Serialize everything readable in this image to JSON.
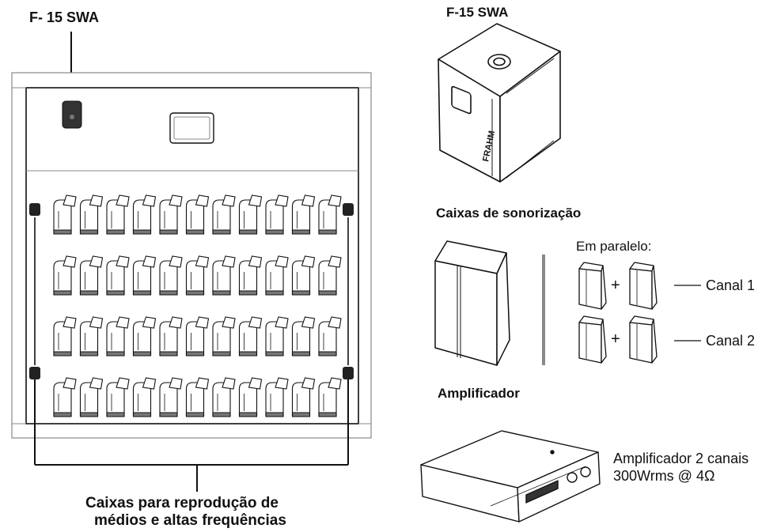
{
  "left": {
    "title": "F- 15 SWA",
    "caption_line1": "Caixas para reprodução de",
    "caption_line2": "médios e altas frequências"
  },
  "right": {
    "sub_title": "F-15 SWA",
    "sonorizacao_title": "Caixas de sonorização",
    "parallel_label": "Em paralelo:",
    "plus": "+",
    "channel_1": "Canal 1",
    "channel_2": "Canal 2",
    "amp_title": "Amplificador",
    "amp_desc_line1": "Amplificador 2 canais",
    "amp_desc_line2": "300Wrms @ 4Ω"
  },
  "cabinet_brand": "FRAHM",
  "seating": {
    "rows": 4,
    "seats_per_row": 11
  }
}
